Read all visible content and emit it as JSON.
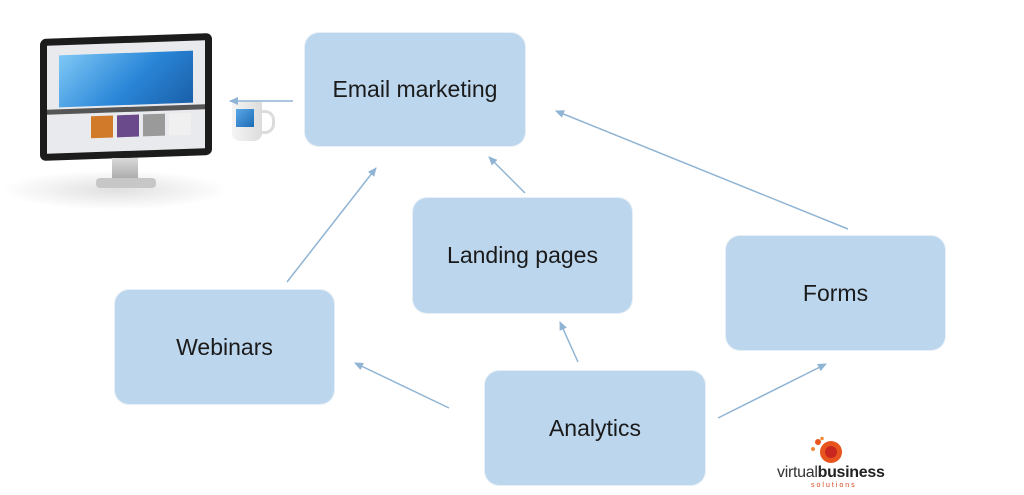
{
  "nodes": {
    "email_marketing": "Email marketing",
    "landing_pages": "Landing pages",
    "forms": "Forms",
    "webinars": "Webinars",
    "analytics": "Analytics"
  },
  "colors": {
    "node_fill": "#bcd6ee",
    "arrow": "#8fb4d4",
    "logo_orange": "#e8541e",
    "logo_red": "#c9261f"
  },
  "logo": {
    "word_regular": "virtual",
    "word_bold": "business",
    "sub": "solutions"
  },
  "icons": {
    "monitor": "desktop-monitor-icon",
    "mug": "coffee-mug-icon",
    "logo_mark": "logo-dots-icon"
  }
}
